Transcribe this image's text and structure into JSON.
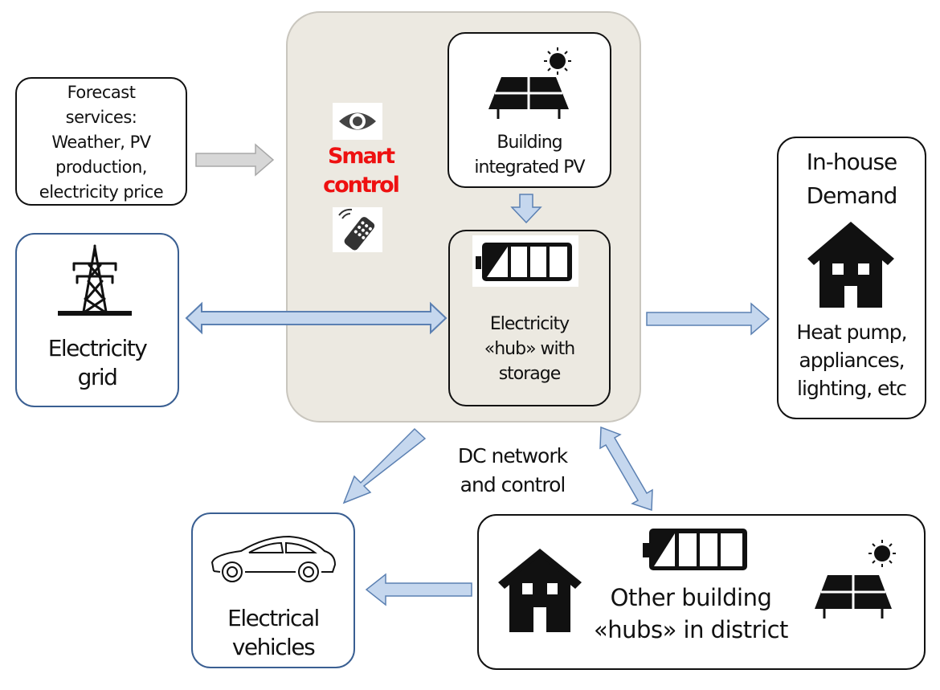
{
  "forecast": {
    "lines": [
      "Forecast",
      "services:",
      "Weather, PV",
      "production,",
      "electricity price"
    ]
  },
  "grid": {
    "lines": [
      "Electricity",
      "grid"
    ]
  },
  "smart_control": {
    "lines": [
      "Smart",
      "control"
    ],
    "color": "#ee1111"
  },
  "pv": {
    "lines": [
      "Building",
      "integrated PV"
    ]
  },
  "hub": {
    "lines": [
      "Electricity",
      "«hub» with",
      "storage"
    ]
  },
  "demand": {
    "title_lines": [
      "In-house",
      "Demand"
    ],
    "body_lines": [
      "Heat pump,",
      "appliances,",
      "lighting, etc"
    ]
  },
  "dc_network": {
    "lines": [
      "DC network",
      "and control"
    ]
  },
  "ev": {
    "lines": [
      "Electrical",
      "vehicles"
    ]
  },
  "other_hubs": {
    "lines": [
      "Other building",
      "«hubs» in district"
    ]
  },
  "colors": {
    "arrow_fill": "#c5d7ee",
    "arrow_stroke": "#5b80b2",
    "blue_border": "#3a5f92",
    "panel_fill": "#ece9e1",
    "grey_arrow": "#d7d7d7"
  },
  "icons": [
    "eye-icon",
    "remote-control-icon",
    "solar-panel-icon",
    "sun-icon",
    "battery-icon",
    "power-tower-icon",
    "house-icon",
    "car-icon"
  ]
}
